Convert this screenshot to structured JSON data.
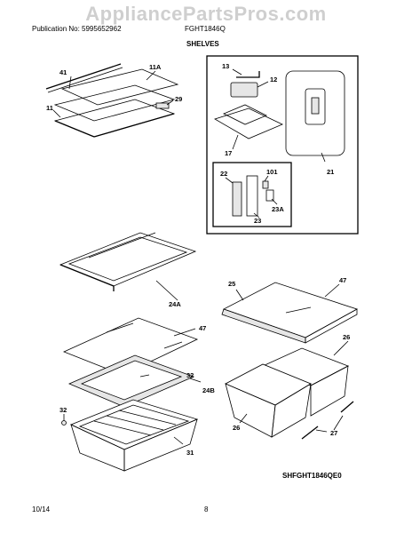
{
  "watermark": "AppliancePartsPros.com",
  "header": {
    "publication": "Publication No: 5995652962",
    "model": "FGHT1846Q",
    "section": "SHELVES"
  },
  "callouts": {
    "c41": "41",
    "c11A": "11A",
    "c29": "29",
    "c11": "11",
    "c13": "13",
    "c12": "12",
    "c17": "17",
    "c21": "21",
    "c22": "22",
    "c101": "101",
    "c23A": "23A",
    "c23": "23",
    "c24A": "24A",
    "c47a": "47",
    "c32a": "32",
    "c24B": "24B",
    "c32b": "32",
    "c31": "31",
    "c25": "25",
    "c47b": "47",
    "c26a": "26",
    "c26b": "26",
    "c27": "27"
  },
  "diagram_id": "SHFGHT1846QE0",
  "footer": {
    "date": "10/14",
    "page": "8"
  }
}
